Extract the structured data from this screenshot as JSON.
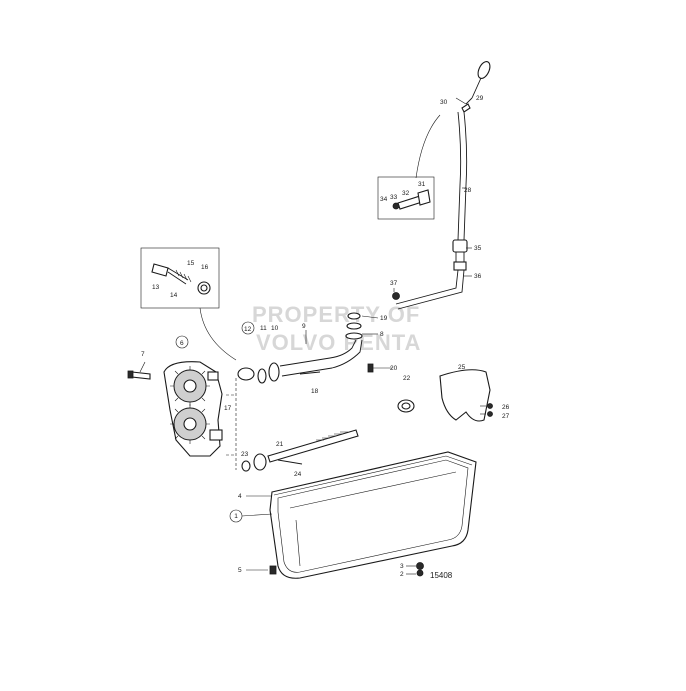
{
  "drawing_number": "15408",
  "watermark": {
    "line1": "PROPERTY OF",
    "line2": "VOLVO PENTA"
  },
  "callouts": [
    {
      "id": "c1",
      "label": "1"
    },
    {
      "id": "c2",
      "label": "2"
    },
    {
      "id": "c3",
      "label": "3"
    },
    {
      "id": "c4",
      "label": "4"
    },
    {
      "id": "c5",
      "label": "5"
    },
    {
      "id": "c6",
      "label": "6"
    },
    {
      "id": "c7",
      "label": "7"
    },
    {
      "id": "c8",
      "label": "8"
    },
    {
      "id": "c9",
      "label": "9"
    },
    {
      "id": "c10",
      "label": "10"
    },
    {
      "id": "c11",
      "label": "11"
    },
    {
      "id": "c12",
      "label": "12"
    },
    {
      "id": "c13",
      "label": "13"
    },
    {
      "id": "c14",
      "label": "14"
    },
    {
      "id": "c15",
      "label": "15"
    },
    {
      "id": "c16",
      "label": "16"
    },
    {
      "id": "c17",
      "label": "17"
    },
    {
      "id": "c18",
      "label": "18"
    },
    {
      "id": "c19",
      "label": "19"
    },
    {
      "id": "c20",
      "label": "20"
    },
    {
      "id": "c21",
      "label": "21"
    },
    {
      "id": "c22",
      "label": "22"
    },
    {
      "id": "c23",
      "label": "23"
    },
    {
      "id": "c24",
      "label": "24"
    },
    {
      "id": "c25",
      "label": "25"
    },
    {
      "id": "c26",
      "label": "26"
    },
    {
      "id": "c27",
      "label": "27"
    },
    {
      "id": "c28",
      "label": "28"
    },
    {
      "id": "c29",
      "label": "29"
    },
    {
      "id": "c30",
      "label": "30"
    },
    {
      "id": "c31",
      "label": "31"
    },
    {
      "id": "c32",
      "label": "32"
    },
    {
      "id": "c33",
      "label": "33"
    },
    {
      "id": "c34",
      "label": "34"
    },
    {
      "id": "c35",
      "label": "35"
    },
    {
      "id": "c36",
      "label": "36"
    },
    {
      "id": "c37",
      "label": "37"
    }
  ]
}
